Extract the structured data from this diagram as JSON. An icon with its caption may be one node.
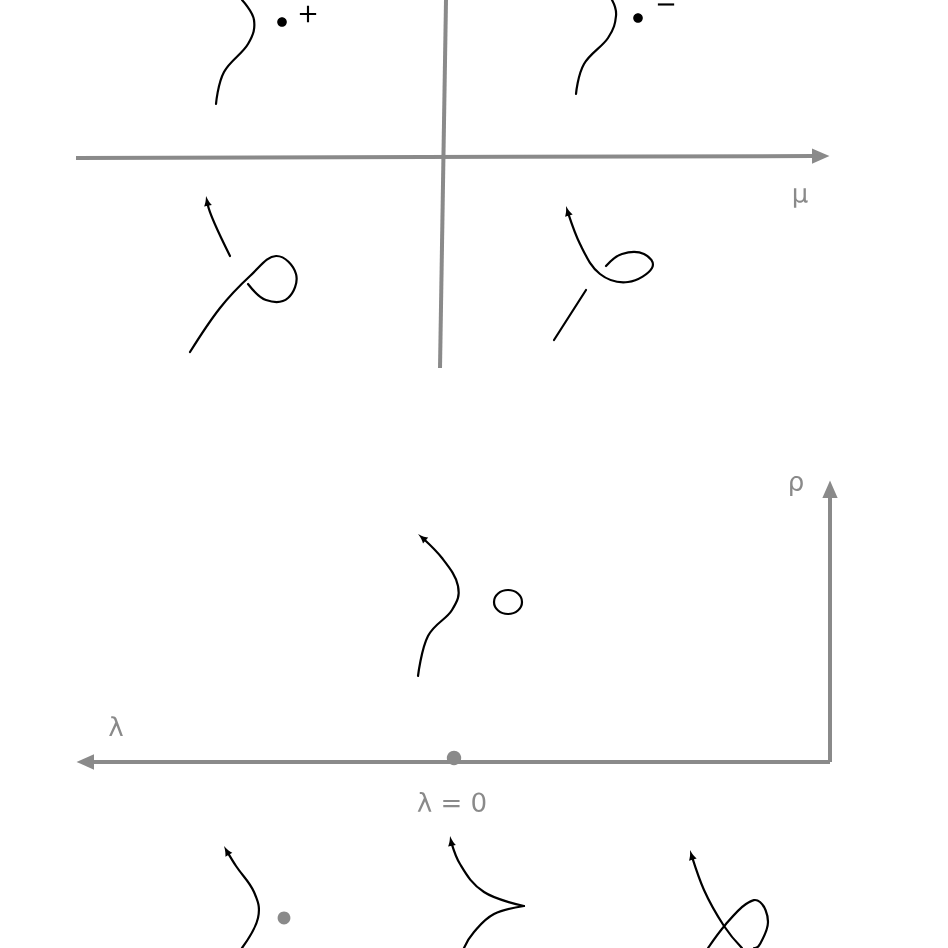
{
  "diagram": {
    "labels": [
      "+",
      "−",
      "μ",
      "ρ",
      "λ",
      "λ = 0"
    ]
  }
}
